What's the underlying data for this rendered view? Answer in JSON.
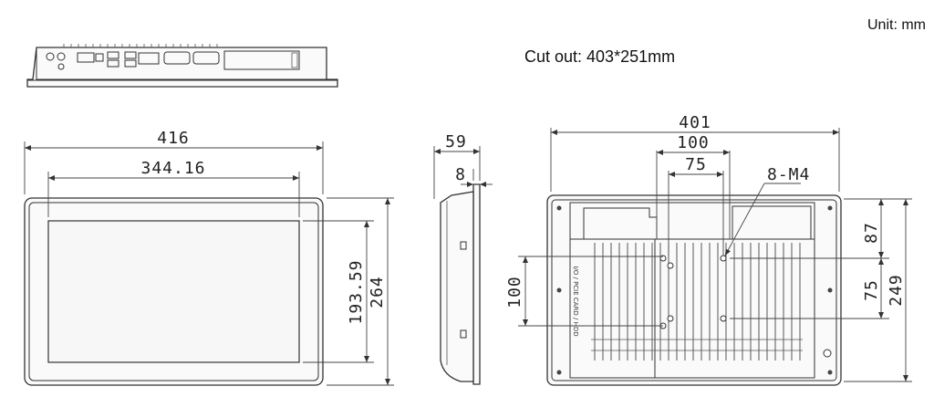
{
  "header": {
    "unit_label": "Unit: mm",
    "cutout_label": "Cut out: 403*251mm"
  },
  "front_view": {
    "width_outer": "416",
    "width_screen": "344.16",
    "height_screen": "193.59",
    "height_outer": "264"
  },
  "side_view": {
    "depth_total": "59",
    "bezel_thickness": "8"
  },
  "rear_view": {
    "width_outer": "401",
    "hole_spacing_h_large": "100",
    "hole_spacing_h_small": "75",
    "screw_callout": "8-M4",
    "top_to_hole": "87",
    "hole_spacing_v_large_right": "75",
    "height_outer": "249",
    "hole_spacing_v_left": "100",
    "side_label": "I/O / PCIE CARD / HDD"
  },
  "colors": {
    "line": "#333333",
    "background": "#ffffff"
  }
}
